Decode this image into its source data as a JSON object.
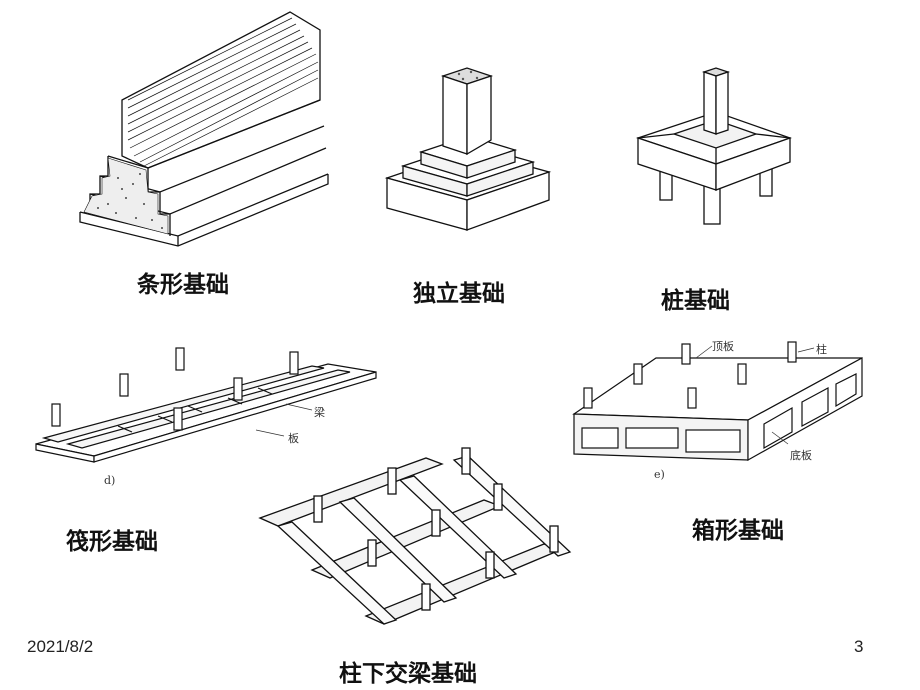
{
  "captions": {
    "strip": "条形基础",
    "isolated": "独立基础",
    "pile": "桩基础",
    "raft": "筏形基础",
    "box": "箱形基础",
    "cross": "柱下交梁基础"
  },
  "raft_labels": {
    "beam": "梁",
    "slab": "板",
    "tag": "d)"
  },
  "box_labels": {
    "top": "顶板",
    "column": "柱",
    "bottom": "底板",
    "tag": "e)"
  },
  "footer": {
    "date": "2021/8/2",
    "page": "3"
  }
}
